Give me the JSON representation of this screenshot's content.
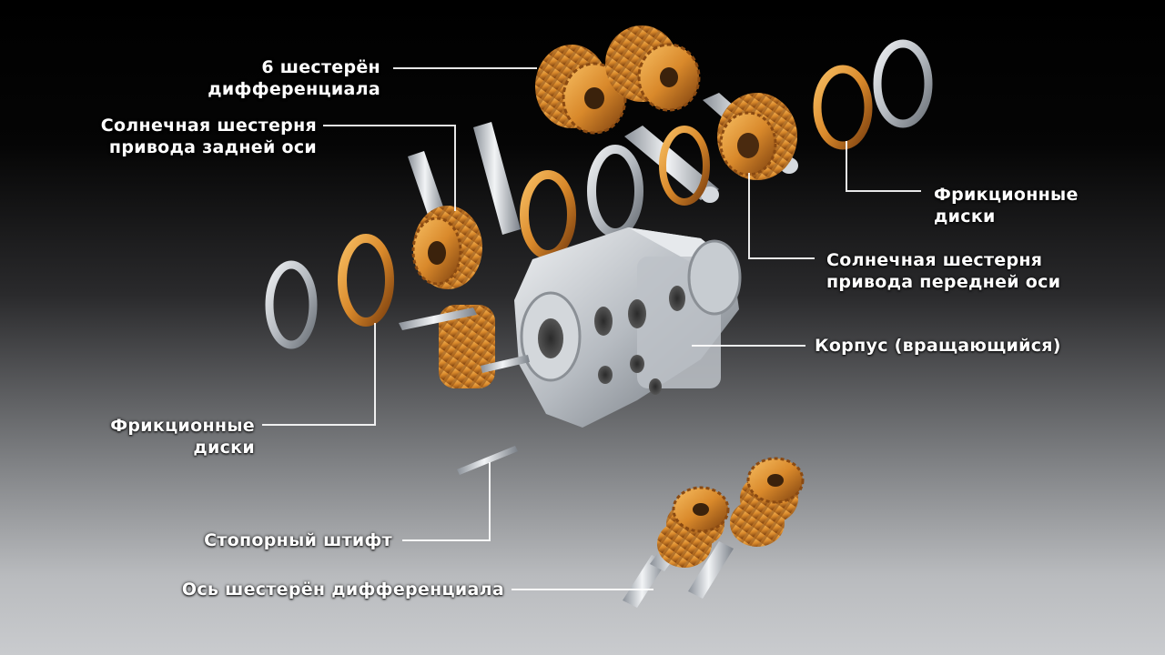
{
  "labels": {
    "diff_gears": [
      "6 шестерён",
      "дифференциала"
    ],
    "sun_rear": [
      "Солнечная шестерня",
      "привода задней оси"
    ],
    "friction_right": [
      "Фрикционные",
      "диски"
    ],
    "sun_front": [
      "Солнечная шестерня",
      "привода передней оси"
    ],
    "housing": [
      "Корпус (вращающийся)"
    ],
    "friction_left": [
      "Фрикционные",
      "диски"
    ],
    "lock_pin": [
      "Стопорный штифт"
    ],
    "gear_axle": [
      "Ось шестерён дифференциала"
    ]
  },
  "colors": {
    "gear": "#d9892b",
    "gear_light": "#f5b252",
    "gear_dark": "#8a4a12",
    "steel": "#c3c7cc",
    "steel_dark": "#7f858c",
    "leader": "#ffffff"
  }
}
